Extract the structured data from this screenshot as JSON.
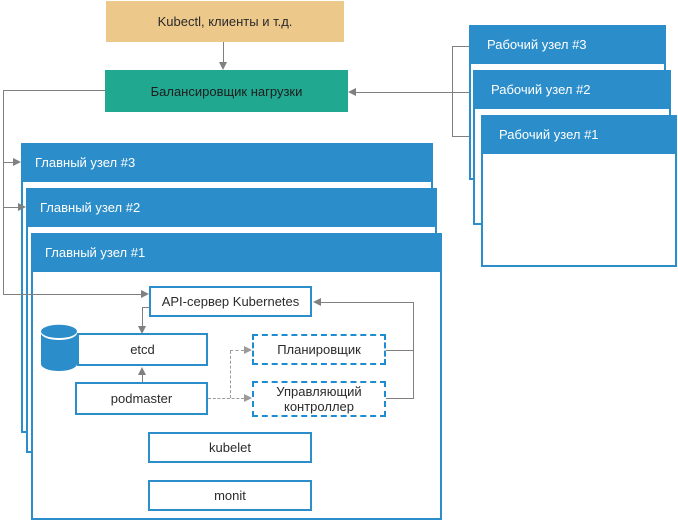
{
  "diagram": {
    "title_hint": "Kubernetes HA architecture (Russian)",
    "client": {
      "label": "Kubectl, клиенты и т.д."
    },
    "load_balancer": {
      "label": "Балансировщик нагрузки"
    },
    "worker_nodes": [
      {
        "label": "Рабочий узел #3"
      },
      {
        "label": "Рабочий узел #2"
      },
      {
        "label": "Рабочий узел #1"
      }
    ],
    "master_nodes": [
      {
        "label": "Главный узел #3"
      },
      {
        "label": "Главный узел #2"
      },
      {
        "label": "Главный узел #1"
      }
    ],
    "components": {
      "api_server": "API-сервер Kubernetes",
      "etcd": "etcd",
      "podmaster": "podmaster",
      "scheduler": "Планировщик",
      "controller_manager": "Управляющий контроллер",
      "kubelet": "kubelet",
      "monit": "monit"
    },
    "icons": {
      "database": "database-cylinder-icon"
    },
    "colors": {
      "client_fill": "#ECC88A",
      "load_balancer_fill": "#21A891",
      "node_blue": "#2B8DC9",
      "dashed_blue": "#1E8CD3",
      "connector_gray": "#808080"
    }
  }
}
